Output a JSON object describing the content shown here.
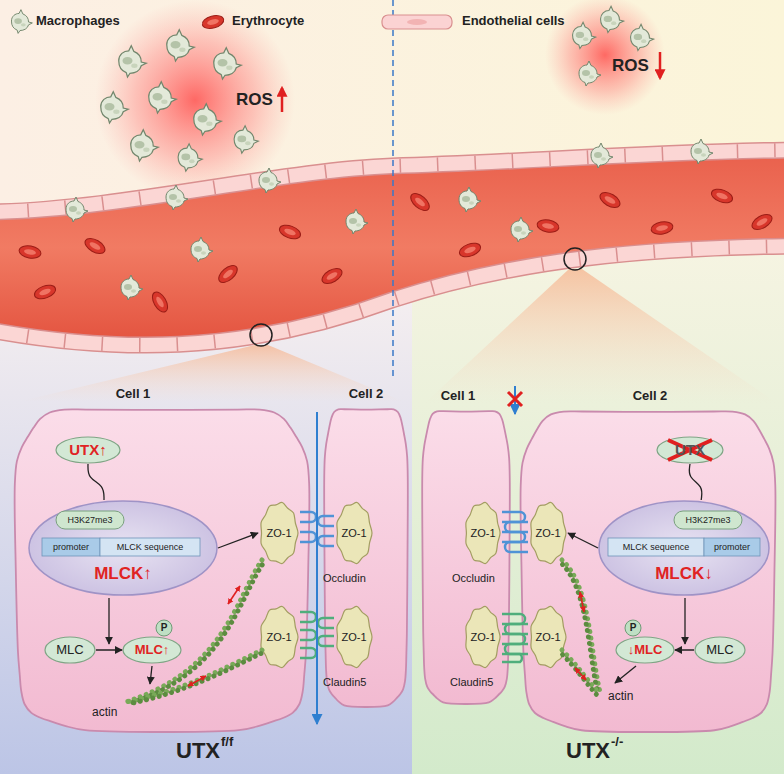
{
  "diagram": {
    "nodes": [
      {
        "text": [
          "Cell 1"
        ]
      },
      {
        "text": [
          "UTX↑"
        ],
        "in": 0
      },
      {
        "text": [
          "H3K27me3",
          "promoter",
          "MLCK sequence",
          "MLCK↑"
        ],
        "in": 0
      },
      {
        "text": [
          "MLC"
        ],
        "in": 0
      },
      {
        "text": [
          "P",
          "MLC↑"
        ],
        "in": 0
      },
      {
        "text": [
          "ZO-1"
        ],
        "in": 0
      },
      {
        "text": [
          "ZO-1"
        ],
        "in": 0
      },
      {
        "text": [
          "Cell 2"
        ]
      },
      {
        "text": [
          "ZO-1"
        ],
        "in": 7
      },
      {
        "text": [
          "ZO-1"
        ],
        "in": 7
      },
      {
        "text": [
          "Cell 1"
        ]
      },
      {
        "text": [
          "ZO-1"
        ],
        "in": 10
      },
      {
        "text": [
          "ZO-1"
        ],
        "in": 10
      },
      {
        "text": [
          "Cell 2"
        ]
      },
      {
        "text": [
          "UTX"
        ],
        "in": 13
      },
      {
        "text": [
          "H3K27me3",
          "MLCK sequence",
          "promoter",
          "MLCK↓"
        ],
        "in": 13
      },
      {
        "text": [
          "P",
          "↓MLC"
        ],
        "in": 13
      },
      {
        "text": [
          "MLC"
        ],
        "in": 13
      },
      {
        "text": [
          "ZO-1"
        ],
        "in": 13
      },
      {
        "text": [
          "ZO-1"
        ],
        "in": 13
      }
    ],
    "edges": [
      {
        "from": 1,
        "to": 2,
        "arrow": "none"
      },
      {
        "from": 2,
        "to": 5,
        "arrow": "to"
      },
      {
        "from": 3,
        "to": 4,
        "arrow": "to"
      },
      {
        "from": 14,
        "to": 15,
        "arrow": "none"
      },
      {
        "from": 15,
        "to": 18,
        "arrow": "to"
      },
      {
        "from": 17,
        "to": 16,
        "arrow": "to"
      }
    ],
    "labels": [
      "ROS",
      "ROS",
      "Occludin",
      "Claudin5",
      "actin",
      "Occludin",
      "Claudin5",
      "actin",
      "UTX",
      "f/f",
      "UTX",
      "-/-"
    ],
    "legend": [
      {
        "text": "Macrophages"
      },
      {
        "text": "Erythrocyte"
      },
      {
        "text": "Endothelial cells"
      }
    ]
  }
}
